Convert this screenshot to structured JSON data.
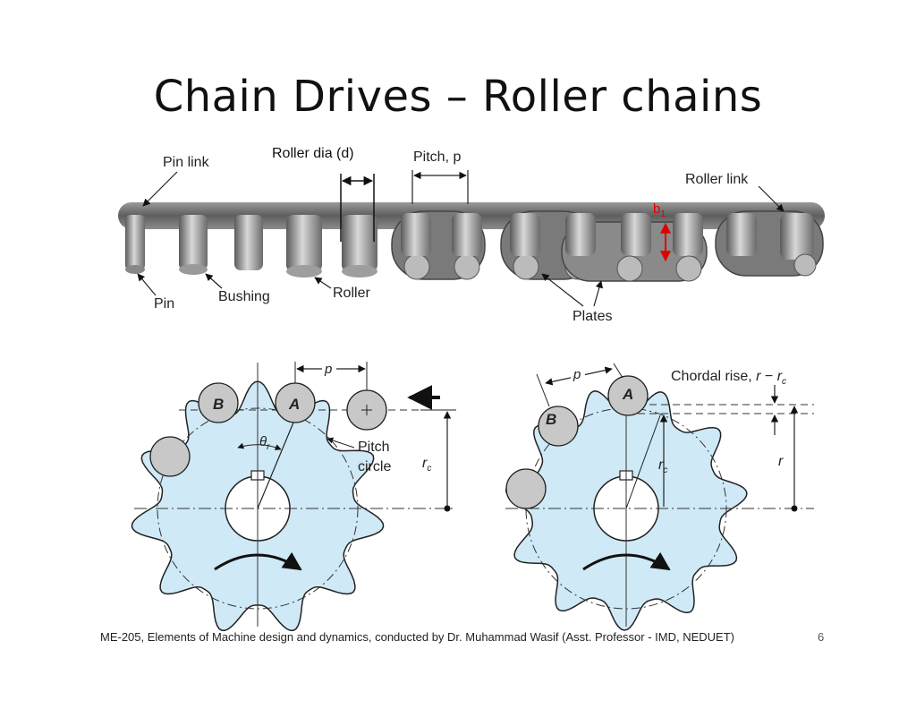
{
  "slide": {
    "title": "Chain Drives – Roller chains",
    "footer": "ME-205, Elements of Machine design and dynamics, conducted by Dr. Muhammad Wasif (Asst. Professor - IMD, NEDUET)",
    "page_number": "6"
  },
  "chain_figure": {
    "roller_dia_label": "Roller dia (d)",
    "pitch_label": "Pitch, p",
    "pin_link_label": "Pin link",
    "roller_link_label": "Roller link",
    "b1_label": "b1",
    "pin_label": "Pin",
    "bushing_label": "Bushing",
    "roller_label": "Roller",
    "plates_label": "Plates"
  },
  "sprocket_left": {
    "p_label": "p",
    "roller_a_label": "A",
    "roller_b_label": "B",
    "theta_label": "θr",
    "pitch_circle_label_1": "Pitch",
    "pitch_circle_label_2": "circle",
    "rc_label": "rc"
  },
  "sprocket_right": {
    "p_label": "p",
    "roller_a_label": "A",
    "roller_b_label": "B",
    "chordal_rise_label": "Chordal rise, r − rc",
    "rc_label": "rc",
    "r_label": "r"
  },
  "colors": {
    "sprocket_fill": "#cfe9f6",
    "roller_fill": "#c8c8c8",
    "b1_arrow": "#e00000",
    "chain_dark": "#6e6e6e",
    "chain_light": "#b5b5b5"
  }
}
